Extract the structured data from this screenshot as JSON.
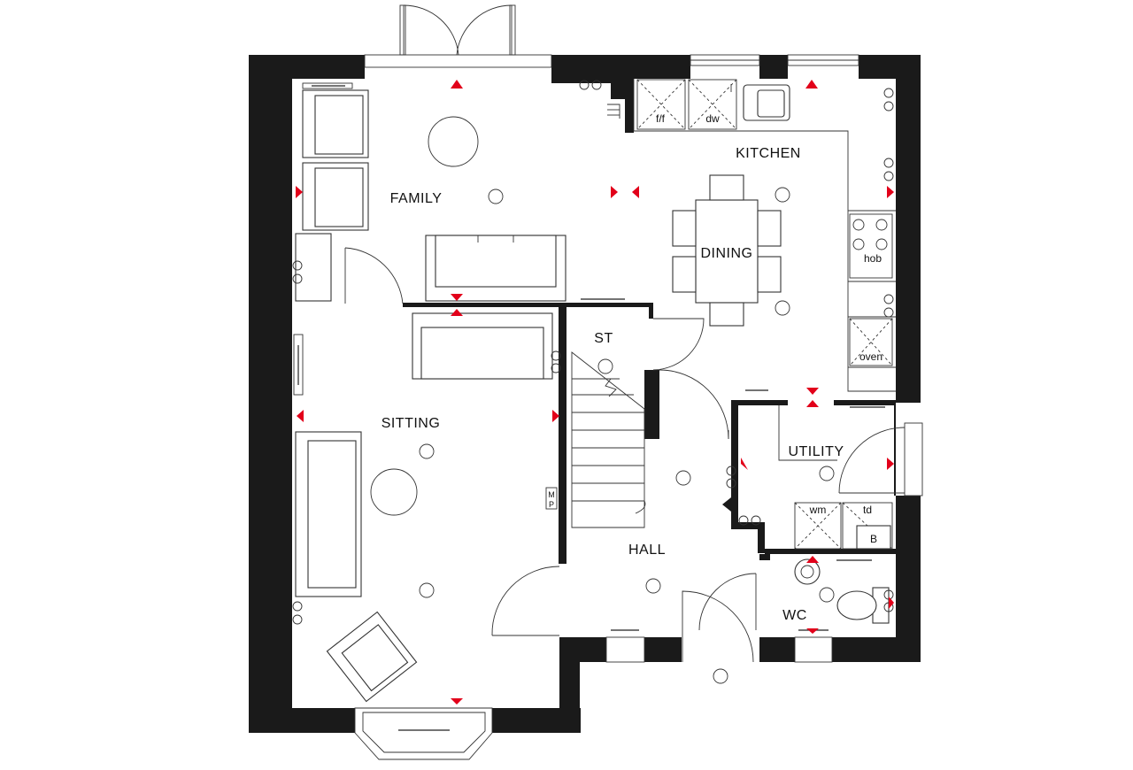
{
  "floorplan": {
    "rooms": {
      "family": "FAMILY",
      "kitchen": "KITCHEN",
      "dining": "DINING",
      "sitting": "SITTING",
      "store": "ST",
      "utility": "UTILITY",
      "hall": "HALL",
      "wc": "WC"
    },
    "appliances": {
      "fridge_freezer": "f/f",
      "dishwasher": "dw",
      "hob": "hob",
      "oven": "oven",
      "washing_machine": "wm",
      "tumble_dryer": "td",
      "boiler": "B",
      "meter_m": "M",
      "meter_p": "P"
    },
    "colors": {
      "wall": "#1a1a1a",
      "marker": "#e2001a",
      "background": "#ffffff"
    }
  }
}
